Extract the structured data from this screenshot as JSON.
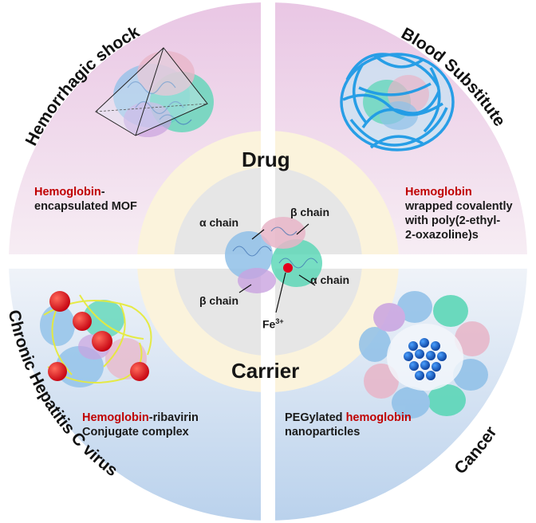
{
  "quadrants": {
    "top_left": {
      "title": "Hemorrhagic shock",
      "caption_highlight": "Hemoglobin",
      "caption_rest": "-",
      "caption_line2": "encapsulated MOF"
    },
    "top_right": {
      "title": "Blood Substitute",
      "caption_highlight": "Hemoglobin",
      "caption_line2": "wrapped covalently",
      "caption_line3": "with poly(2-ethyl-",
      "caption_line4": "2-oxazoline)s"
    },
    "bottom_left": {
      "title": "Chronic Hepatitis C virus",
      "caption_highlight": "Hemoglobin",
      "caption_rest": "-ribavirin",
      "caption_line2": "Conjugate complex"
    },
    "bottom_right": {
      "title": "Cancer",
      "caption_pre": "PEGylated ",
      "caption_highlight": "hemoglobin",
      "caption_line2": "nanoparticles"
    }
  },
  "ring": {
    "top": "Drug",
    "bottom": "Carrier"
  },
  "center": {
    "alpha1": "α chain",
    "beta1": "β chain",
    "beta2": "β chain",
    "alpha2": "α chain",
    "iron": "Fe",
    "iron_charge": "3+"
  },
  "colors": {
    "highlight": "#c00000",
    "top_bg": "#f0d8ec",
    "bottom_bg": "#cfe0f2",
    "ring": "#fbf3dc",
    "core": "#e6e6e6",
    "heme": "#e3001b"
  }
}
